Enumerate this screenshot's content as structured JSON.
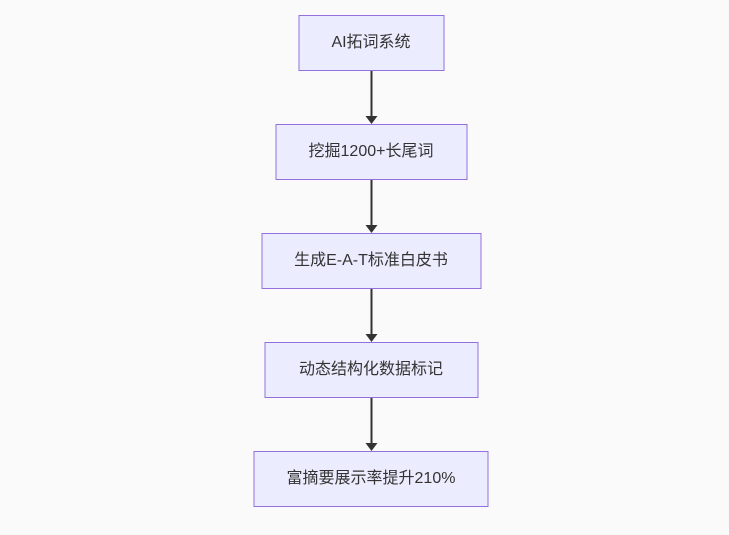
{
  "flow": {
    "type": "flowchart",
    "direction": "top-down",
    "steps": [
      {
        "label": "AI拓词系统"
      },
      {
        "label": "挖掘1200+长尾词"
      },
      {
        "label": "生成E-A-T标准白皮书"
      },
      {
        "label": "动态结构化数据标记"
      },
      {
        "label": "富摘要展示率提升210%"
      }
    ],
    "connections": [
      {
        "from": "AI拓词系统",
        "to": "挖掘1200+长尾词"
      },
      {
        "from": "挖掘1200+长尾词",
        "to": "生成E-A-T标准白皮书"
      },
      {
        "from": "生成E-A-T标准白皮书",
        "to": "动态结构化数据标记"
      },
      {
        "from": "动态结构化数据标记",
        "to": "富摘要展示率提升210%"
      }
    ],
    "colors": {
      "background": "#fafafa",
      "node_fill": "#ececff",
      "node_border": "#9370db",
      "text": "#333333",
      "arrow": "#333333"
    }
  }
}
